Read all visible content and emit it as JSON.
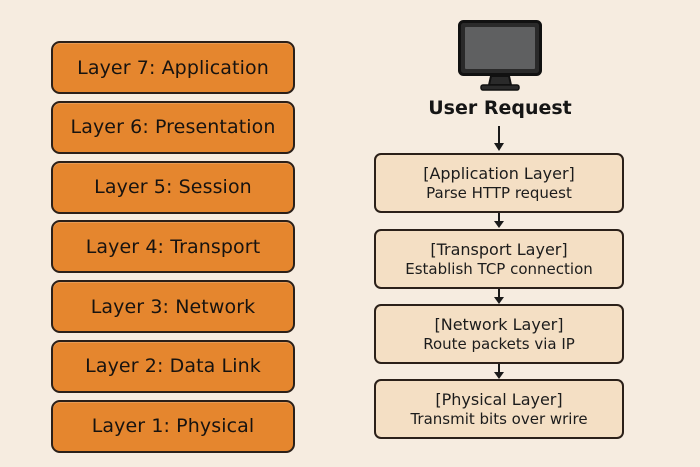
{
  "osi_layers": [
    {
      "label": "Layer 7: Application"
    },
    {
      "label": "Layer 6: Presentation"
    },
    {
      "label": "Layer 5: Session"
    },
    {
      "label": "Layer 4: Transport"
    },
    {
      "label": "Layer 3: Network"
    },
    {
      "label": "Layer 2: Data Link"
    },
    {
      "label": "Layer 1: Physical"
    }
  ],
  "request_flow": {
    "icon": "monitor-icon",
    "title": "User Request",
    "steps": [
      {
        "title": "[Application Layer]",
        "subtitle": "Parse HTTP request"
      },
      {
        "title": "[Transport Layer]",
        "subtitle": "Establish TCP connection"
      },
      {
        "title": "[Network Layer]",
        "subtitle": "Route packets via IP"
      },
      {
        "title": "[Physical Layer]",
        "subtitle": "Transmit bits over wrire"
      }
    ]
  },
  "colors": {
    "background": "#f6ece0",
    "layer_fill": "#e5862e",
    "step_fill": "#f4dfc4",
    "outline": "#2b2019"
  }
}
